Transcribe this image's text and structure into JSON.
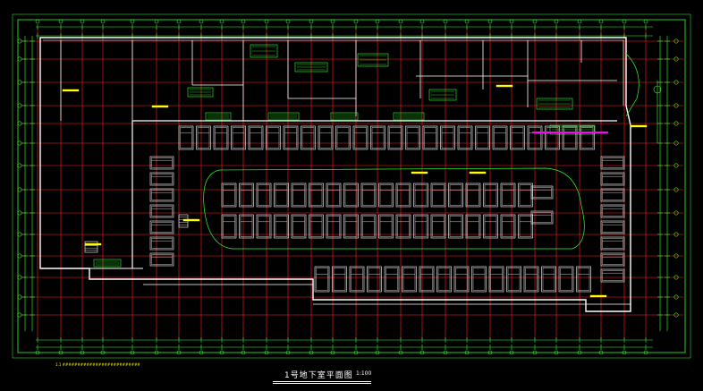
{
  "drawing": {
    "title": "1号地下室平面图",
    "scale": "1:100",
    "note": "1.1 ##########################",
    "colors": {
      "background": "#000000",
      "axis": "#ff2020",
      "wall": "#ffffff",
      "dimension": "#33ff33",
      "car": "#ffffff",
      "text": "#ffff00",
      "highlight": "#ff00ff",
      "lane": "#33ff33"
    }
  }
}
